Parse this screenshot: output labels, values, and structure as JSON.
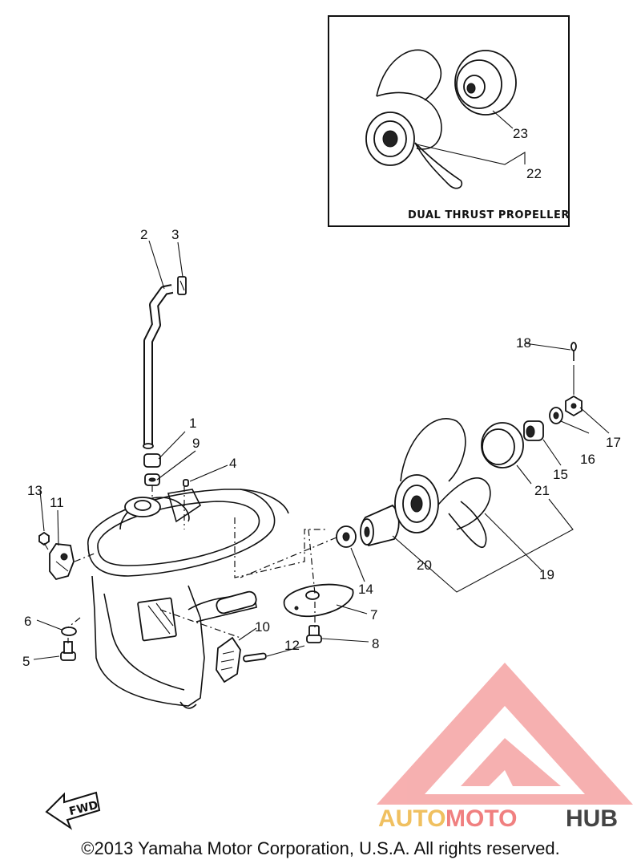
{
  "inset": {
    "title": "DUAL THRUST PROPELLER",
    "labels": {
      "p22": "22",
      "p23": "23"
    }
  },
  "labels": {
    "p1": "1",
    "p2": "2",
    "p3": "3",
    "p4": "4",
    "p5": "5",
    "p6": "6",
    "p7": "7",
    "p8": "8",
    "p9": "9",
    "p10": "10",
    "p11": "11",
    "p12": "12",
    "p13": "13",
    "p14": "14",
    "p15": "15",
    "p16": "16",
    "p17": "17",
    "p18": "18",
    "p19": "19",
    "p20": "20",
    "p21": "21"
  },
  "fwd_label": "FWD",
  "watermark": {
    "part1": "AUTO",
    "part2": "MOTO",
    "part3": "HUB",
    "colors": [
      "#f0c060",
      "#f08080",
      "#333333"
    ]
  },
  "copyright": "©2013 Yamaha Motor Corporation, U.S.A. All rights reserved."
}
